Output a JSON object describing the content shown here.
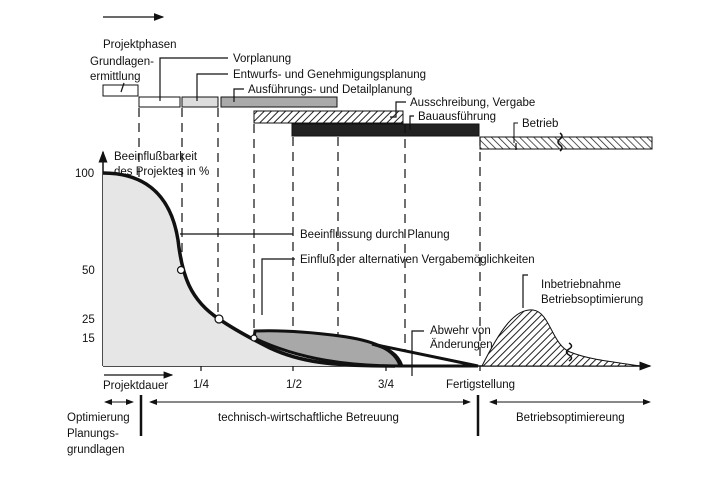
{
  "phases_header": "Projektphasen",
  "phases": {
    "grundlagen_1": "Grundlagen-",
    "grundlagen_2": "ermittlung",
    "vorplanung": "Vorplanung",
    "entwurf": "Entwurfs- und Genehmigungsplanung",
    "ausfuehrung": "Ausführungs- und Detailplanung",
    "ausschreibung": "Ausschreibung, Vergabe",
    "bauausfuehrung": "Bauausführung",
    "betrieb": "Betrieb"
  },
  "y_axis": {
    "label_1": "Beeinflußbarkeit",
    "label_2": "des Projektes in %",
    "ticks": [
      "100",
      "50",
      "25",
      "15"
    ]
  },
  "x_axis": {
    "ticks": [
      "1/4",
      "1/2",
      "3/4",
      "Fertigstellung"
    ],
    "duration_label": "Projektdauer"
  },
  "annotations": {
    "planung": "Beeinflussung durch Planung",
    "vergabe": "Einfluß der alternativen Vergabemöglichkeiten",
    "abwehr_1": "Abwehr von",
    "abwehr_2": "Änderungen",
    "inbetrieb_1": "Inbetriebnahme",
    "inbetrieb_2": "Betriebsoptimierung"
  },
  "bottom": {
    "opt_1": "Optimierung",
    "opt_2": "Planungs-",
    "opt_3": "grundlagen",
    "technisch": "technisch-wirtschaftliche Betreuung",
    "betrieb": "Betriebsoptimiereung"
  }
}
